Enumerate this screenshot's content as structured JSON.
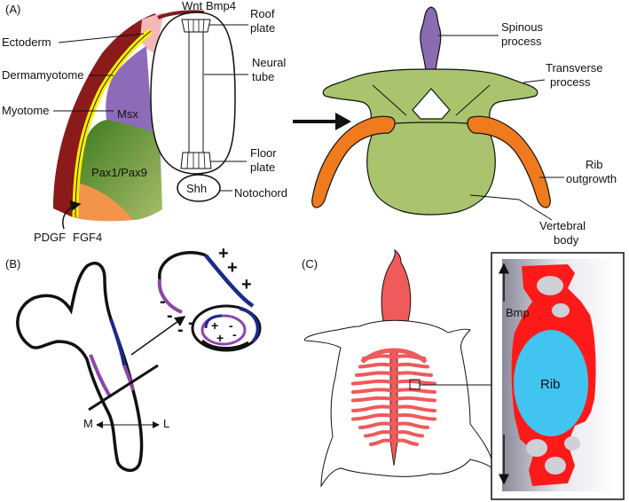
{
  "panels": {
    "a": "(A)",
    "b": "(B)",
    "c": "(C)"
  },
  "panel_a": {
    "wnt": "Wnt",
    "bmp4": "Bmp4",
    "roof_plate": [
      "Roof",
      "plate"
    ],
    "neural_tube": [
      "Neural",
      "tube"
    ],
    "floor_plate": [
      "Floor",
      "plate"
    ],
    "shh": "Shh",
    "notochord": "Notochord",
    "ectoderm": "Ectoderm",
    "dermamyotome": "Dermamyotome",
    "myotome": "Myotome",
    "msx": "Msx",
    "pax": "Pax1/Pax9",
    "pdgf": "PDGF",
    "fgf4": "FGF4",
    "spinous_process": [
      "Spinous",
      "process"
    ],
    "transverse_process": [
      "Transverse",
      "process"
    ],
    "rib_outgrowth": [
      "Rib",
      "outgrowth"
    ],
    "vertebral_body": [
      "Vertebral",
      "body"
    ]
  },
  "panel_b": {
    "medial": "M",
    "lateral": "L",
    "plus": "+",
    "minus": "-"
  },
  "panel_c": {
    "bmp": "Bmp",
    "rib": "Rib"
  },
  "colors": {
    "ectoderm": "#f4b8b8",
    "dermamyotome": "#8b1a1a",
    "yellow_band": "#ffee00",
    "myotome": "#8e6bb8",
    "sclerotome": "#5f8a2e",
    "sclerotome_orange": "#f4944a",
    "vertebra": "#a9c46c",
    "spinous": "#8a6cb0",
    "rib_orange": "#f07a1e",
    "blue_line": "#1a2a8c",
    "purple_line": "#8e44ad",
    "turtle_red": "#ef5a5a",
    "bone_red": "#ff1a1a",
    "rib_cyan": "#41c5f0"
  }
}
